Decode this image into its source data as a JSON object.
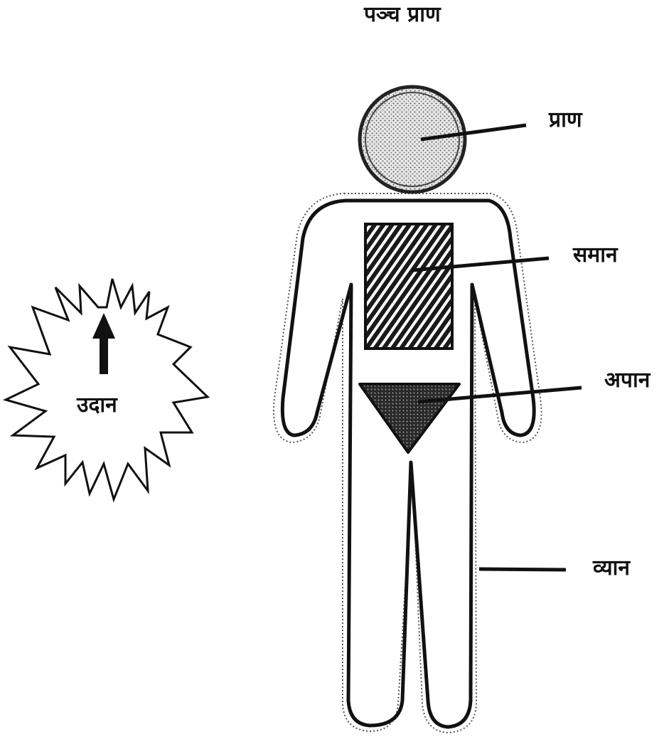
{
  "diagram": {
    "title": "पञ्च प्राण",
    "labels": {
      "prana": "प्राण",
      "samana": "समान",
      "apana": "अपान",
      "vyana": "व्यान",
      "udana": "उदान"
    }
  },
  "colors": {
    "ink": "#111111",
    "background": "#ffffff"
  }
}
